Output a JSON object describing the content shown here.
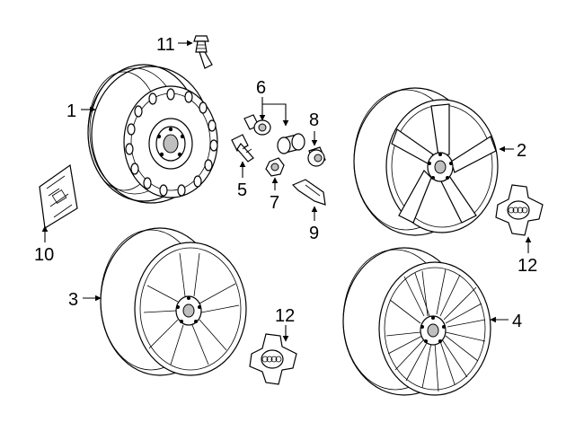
{
  "callouts": {
    "c1": "1",
    "c2": "2",
    "c3": "3",
    "c4": "4",
    "c5": "5",
    "c6": "6",
    "c7": "7",
    "c8": "8",
    "c9": "9",
    "c10": "10",
    "c11": "11",
    "c12a": "12",
    "c12b": "12"
  },
  "emblem_text": "Audi"
}
